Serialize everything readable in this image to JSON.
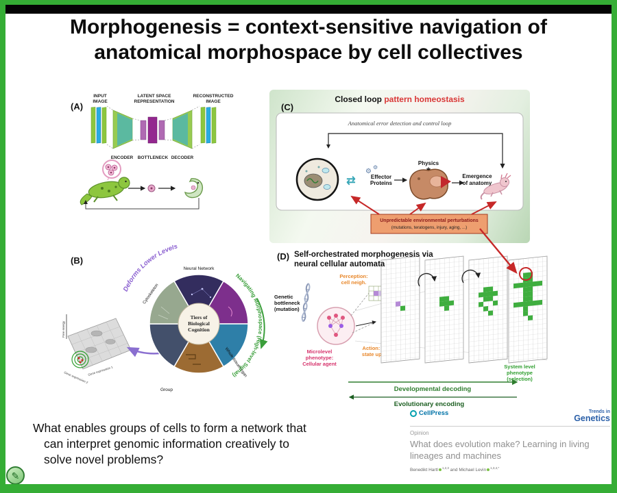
{
  "colors": {
    "frame_green": "#35ad35",
    "accent_red": "#c62828",
    "orange_box": "#ee9e6f",
    "cellpress_blue": "#0073a8",
    "trends_blue": "#2a5fa8",
    "dev_green": "#2e7d2e"
  },
  "slide": {
    "title_line1": "Morphogenesis = context-sensitive navigation of",
    "title_line2": "anatomical morphospace by cell collectives"
  },
  "panel_a": {
    "label": "(A)",
    "input_line1": "INPUT",
    "input_line2": "IMAGE",
    "latent_line1": "LATENT SPACE",
    "latent_line2": "REPRESENTATION",
    "recon_line1": "RECONSTRUCTED",
    "recon_line2": "IMAGE",
    "encoder": "ENCODER",
    "bottleneck": "BOTTLENECK",
    "decoder": "DECODER"
  },
  "panel_b": {
    "label": "(B)",
    "deforms": "Deforms Lower Levels",
    "navigating": "Navigating Morphospace (High-level Signal)",
    "neural_network": "Neural Network",
    "cytoskeleton": "Cytoskeleton",
    "whole_tissue": "Whole tissue/organ",
    "group": "Group",
    "center_line1": "Tiers of",
    "center_line2": "Biological",
    "center_line3": "Cognition",
    "free_energy": "Free energy",
    "gene_exp1": "Gene expression 1",
    "gene_exp2": "Gene expression 2"
  },
  "panel_c": {
    "label": "(C)",
    "title_black": "Closed loop ",
    "title_red": "pattern homeostasis",
    "loop_label": "Anatomical error detection and control loop",
    "effector_line1": "Effector",
    "effector_line2": "Proteins",
    "physics": "Physics",
    "emergence_line1": "Emergence",
    "emergence_line2": "of anatomy",
    "perturb_line1": "Unpredictable environmental perturbations",
    "perturb_line2": "(mutations, teratogens, injury, aging, ...)"
  },
  "panel_d": {
    "label": "(D)",
    "title_line1": "Self-orchestrated morphogenesis via",
    "title_line2": "neural cellular automata",
    "genetic_line1": "Genetic",
    "genetic_line2": "bottleneck",
    "genetic_line3": "(mutation)",
    "perception_line1": "Perception:",
    "perception_line2": "cell neigh.",
    "microlevel_line1": "Microlevel",
    "microlevel_line2": "phenotype:",
    "microlevel_line3": "Cellular agent",
    "action_line1": "Action: cell-",
    "action_line2": "state update",
    "system_line1": "System level",
    "system_line2": "phenotype",
    "system_line3": "(selection)",
    "dev_decoding": "Developmental decoding",
    "evo_encoding": "Evolutionary encoding"
  },
  "question": {
    "line1": "What enables groups of cells to form a network that",
    "line2": "can interpret genomic information creatively to",
    "line3": "solve novel problems?"
  },
  "journal": {
    "publisher": "CellPress",
    "trends_line1": "Trends in",
    "trends_line2": "Genetics",
    "section": "Opinion",
    "title_line1": "What does evolution make? Learning in living",
    "title_line2": "lineages and machines",
    "author1": "Benedikt Hartl",
    "author1_aff": "1,2,3",
    "conj": "and",
    "author2": "Michael Levin",
    "author2_aff": "1,3,4,*"
  }
}
